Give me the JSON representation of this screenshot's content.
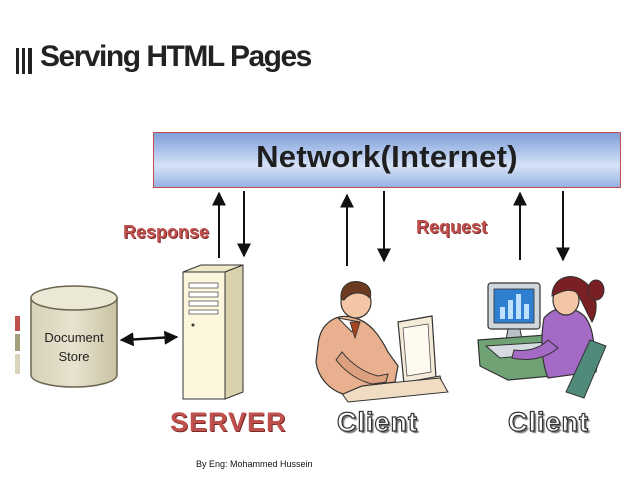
{
  "slide": {
    "title": "Serving HTML Pages"
  },
  "diagram": {
    "network_label": "Network(Internet)",
    "response_label": "Response",
    "request_label": "Request",
    "document_store_label_line1": "Document",
    "document_store_label_line2": "Store",
    "server_caption": "SERVER",
    "client1_caption": "Client",
    "client2_caption": "Client"
  },
  "footer": {
    "byline": "By Eng: Mohammed Hussein"
  },
  "colors": {
    "accent_red": "#c0504d",
    "network_blue": "#95b2e4",
    "server_beige": "#fbf6dc",
    "monitor_blue": "#2e7fd0",
    "desk_green": "#6fa274",
    "woman_purple": "#a569c6",
    "man_skin": "#e8b08e"
  },
  "icons": [
    "title-bars-icon",
    "server-tower-icon",
    "document-store-cylinder-icon",
    "man-at-computer-icon",
    "woman-at-computer-icon"
  ]
}
